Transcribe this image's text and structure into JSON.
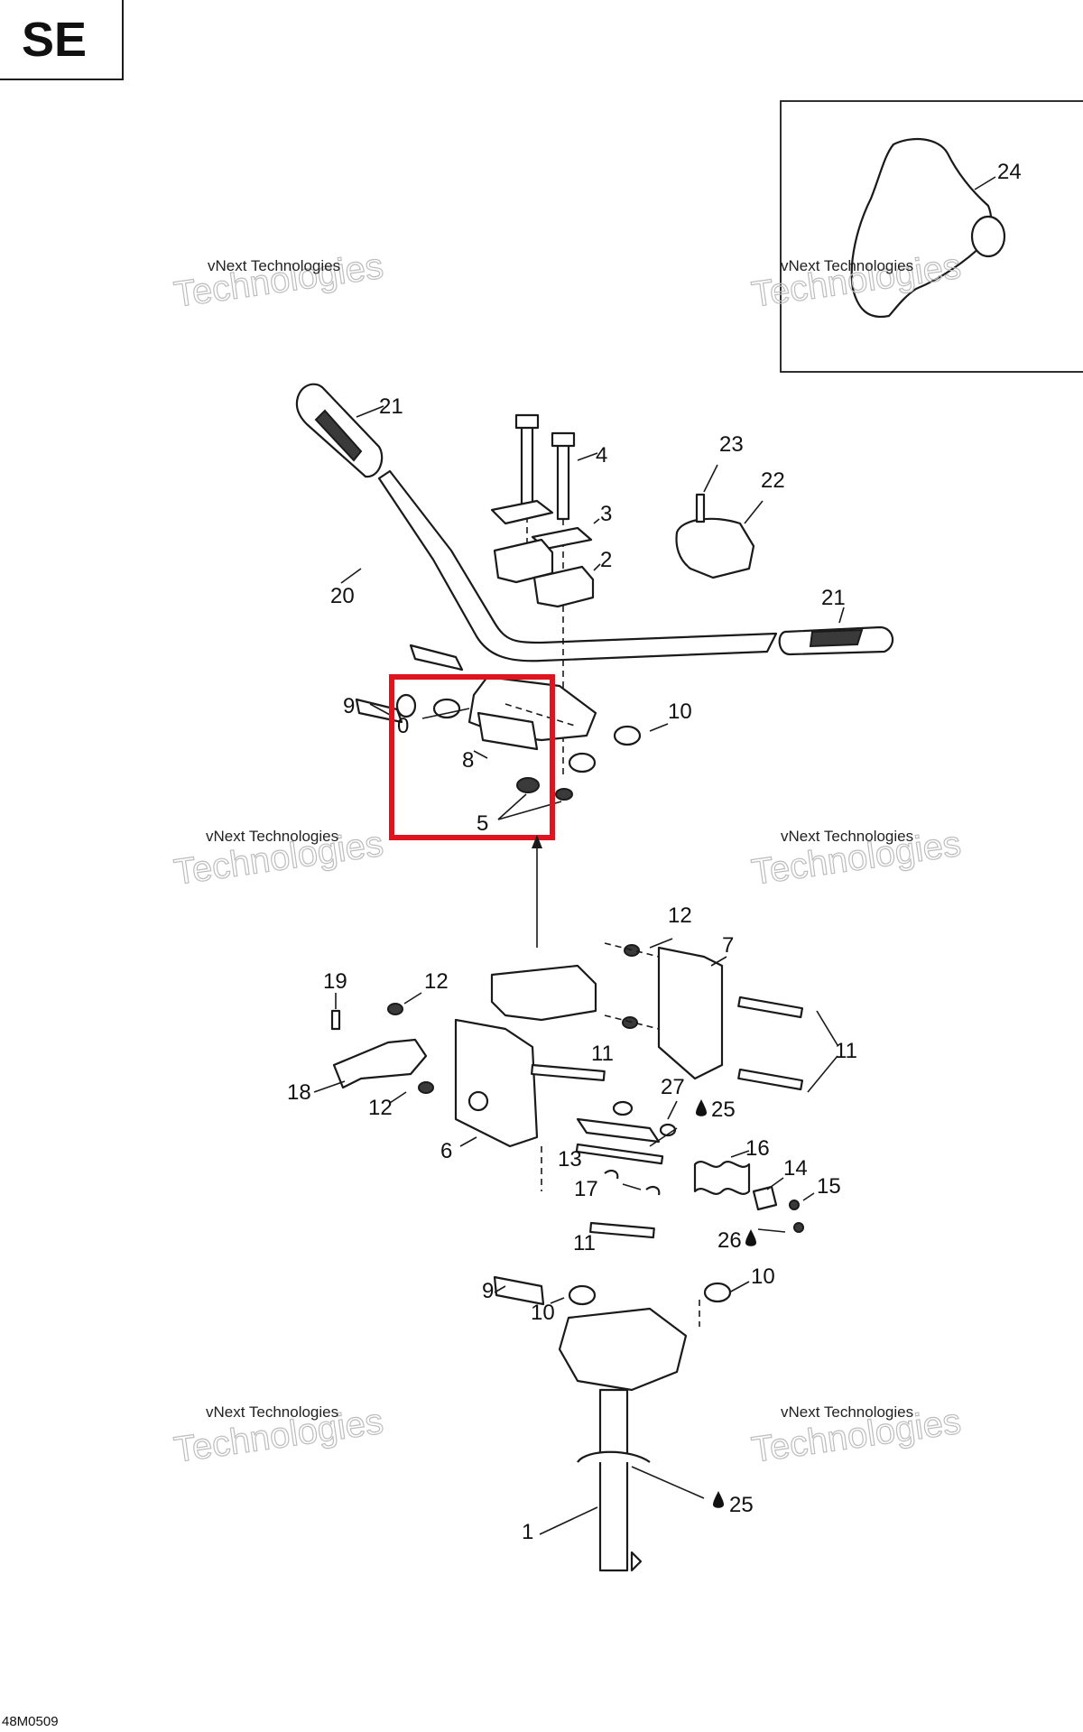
{
  "header": {
    "model_code": "SE"
  },
  "footer": {
    "figure_code": "48M0509"
  },
  "watermark": {
    "line1": "vNext Technologies",
    "line2": "Technologies"
  },
  "callouts": [
    {
      "id": "c24",
      "label": "24"
    },
    {
      "id": "c21a",
      "label": "21"
    },
    {
      "id": "c4",
      "label": "4"
    },
    {
      "id": "c23",
      "label": "23"
    },
    {
      "id": "c22",
      "label": "22"
    },
    {
      "id": "c3",
      "label": "3"
    },
    {
      "id": "c2",
      "label": "2"
    },
    {
      "id": "c20",
      "label": "20"
    },
    {
      "id": "c21b",
      "label": "21"
    },
    {
      "id": "c9a",
      "label": "9"
    },
    {
      "id": "c10a",
      "label": "0"
    },
    {
      "id": "c10b",
      "label": "10"
    },
    {
      "id": "c8",
      "label": "8"
    },
    {
      "id": "c5",
      "label": "5"
    },
    {
      "id": "c12a",
      "label": "12"
    },
    {
      "id": "c7",
      "label": "7"
    },
    {
      "id": "c19",
      "label": "19"
    },
    {
      "id": "c12b",
      "label": "12"
    },
    {
      "id": "c11a",
      "label": "11"
    },
    {
      "id": "c11b",
      "label": "11"
    },
    {
      "id": "c18",
      "label": "18"
    },
    {
      "id": "c27",
      "label": "27"
    },
    {
      "id": "c25a",
      "label": "25"
    },
    {
      "id": "c12c",
      "label": "12"
    },
    {
      "id": "c6",
      "label": "6"
    },
    {
      "id": "c16",
      "label": "16"
    },
    {
      "id": "c13",
      "label": "13"
    },
    {
      "id": "c14",
      "label": "14"
    },
    {
      "id": "c15",
      "label": "15"
    },
    {
      "id": "c17",
      "label": "17"
    },
    {
      "id": "c26",
      "label": "26"
    },
    {
      "id": "c11c",
      "label": "11"
    },
    {
      "id": "c9b",
      "label": "9"
    },
    {
      "id": "c10c",
      "label": "10"
    },
    {
      "id": "c10d",
      "label": "10"
    },
    {
      "id": "c25b",
      "label": "25"
    },
    {
      "id": "c1",
      "label": "1"
    }
  ],
  "colors": {
    "highlight": "#e0141e",
    "line": "#1a1a1a",
    "watermark": "#bdbdbd"
  }
}
